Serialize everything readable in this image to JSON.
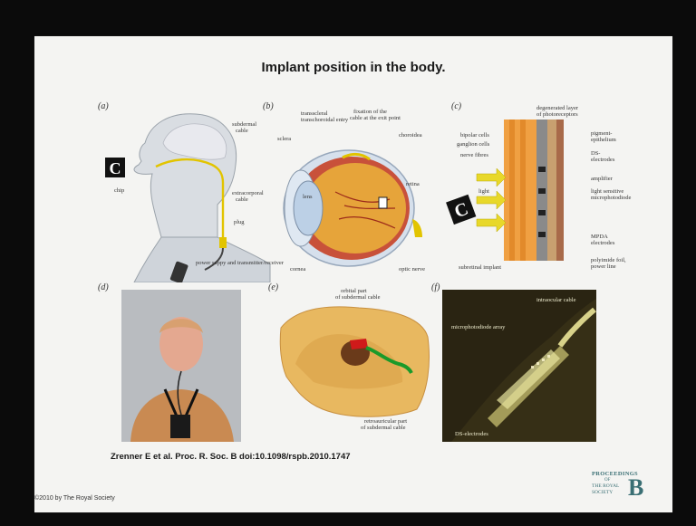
{
  "slide": {
    "title": "Implant position in the body.",
    "citation": "Zrenner E et al. Proc. R. Soc. B doi:10.1098/rspb.2010.1747",
    "copyright": "©2010 by The Royal Society"
  },
  "panels": {
    "a": {
      "label": "(a)",
      "annotations": {
        "subdermal": "subdermal",
        "cable": "cable",
        "chip": "chip",
        "extracorporal": "extracorporal",
        "extracorporal_cable": "cable",
        "plug": "plug",
        "power": "power suppy and transmitter/receiver"
      },
      "symbol": "C"
    },
    "b": {
      "label": "(b)",
      "annotations": {
        "transscleral": "transscleral",
        "transchoroidal": "transchoroidal entry",
        "fixation": "fixation of the",
        "cable_exit": "cable at the exit point",
        "sclera": "sclera",
        "choroidea": "choroidea",
        "lens": "lens",
        "retina": "retina",
        "cornea": "cornea",
        "optic_nerve": "optic nerve"
      }
    },
    "c": {
      "label": "(c)",
      "annotations": {
        "degenerated": "degenerated layer",
        "photoreceptors": "of photoreceptors",
        "bipolar": "bipolar cells",
        "ganglion": "ganglion cells",
        "nerve": "nerve fibres",
        "pigment": "pigment-",
        "epithelium": "epithelium",
        "ds": "DS-",
        "ds_electrodes": "electrodes",
        "amplifier": "amplifier",
        "light": "light",
        "light_sensitive": "light sensitive",
        "microphotodiode": "microphotodiode",
        "mpda": "MPDA",
        "mpda_electrodes": "electrodes",
        "subretinal": "subretinal implant",
        "polyimide": "polyimide foil,",
        "power_line": "power line"
      },
      "symbol": "C"
    },
    "d": {
      "label": "(d)"
    },
    "e": {
      "label": "(e)",
      "annotations": {
        "orbital": "orbital part",
        "subdermal_cable": "of subdermal cable",
        "retroauricular": "retroauricular part",
        "subdermal_cable2": "of subdermal cable"
      }
    },
    "f": {
      "label": "(f)",
      "annotations": {
        "intraocular": "intraocular cable",
        "microphotodiode_array": "microphotodiode array",
        "ds_electrodes": "DS-electrodes"
      }
    }
  },
  "logo": {
    "line1": "PROCEEDINGS",
    "line2": "OF",
    "line3": "THE ROYAL",
    "line4": "SOCIETY",
    "letter": "B"
  },
  "colors": {
    "background": "#0b0b0b",
    "slide": "#f4f4f2",
    "logo": "#3a6f74"
  }
}
